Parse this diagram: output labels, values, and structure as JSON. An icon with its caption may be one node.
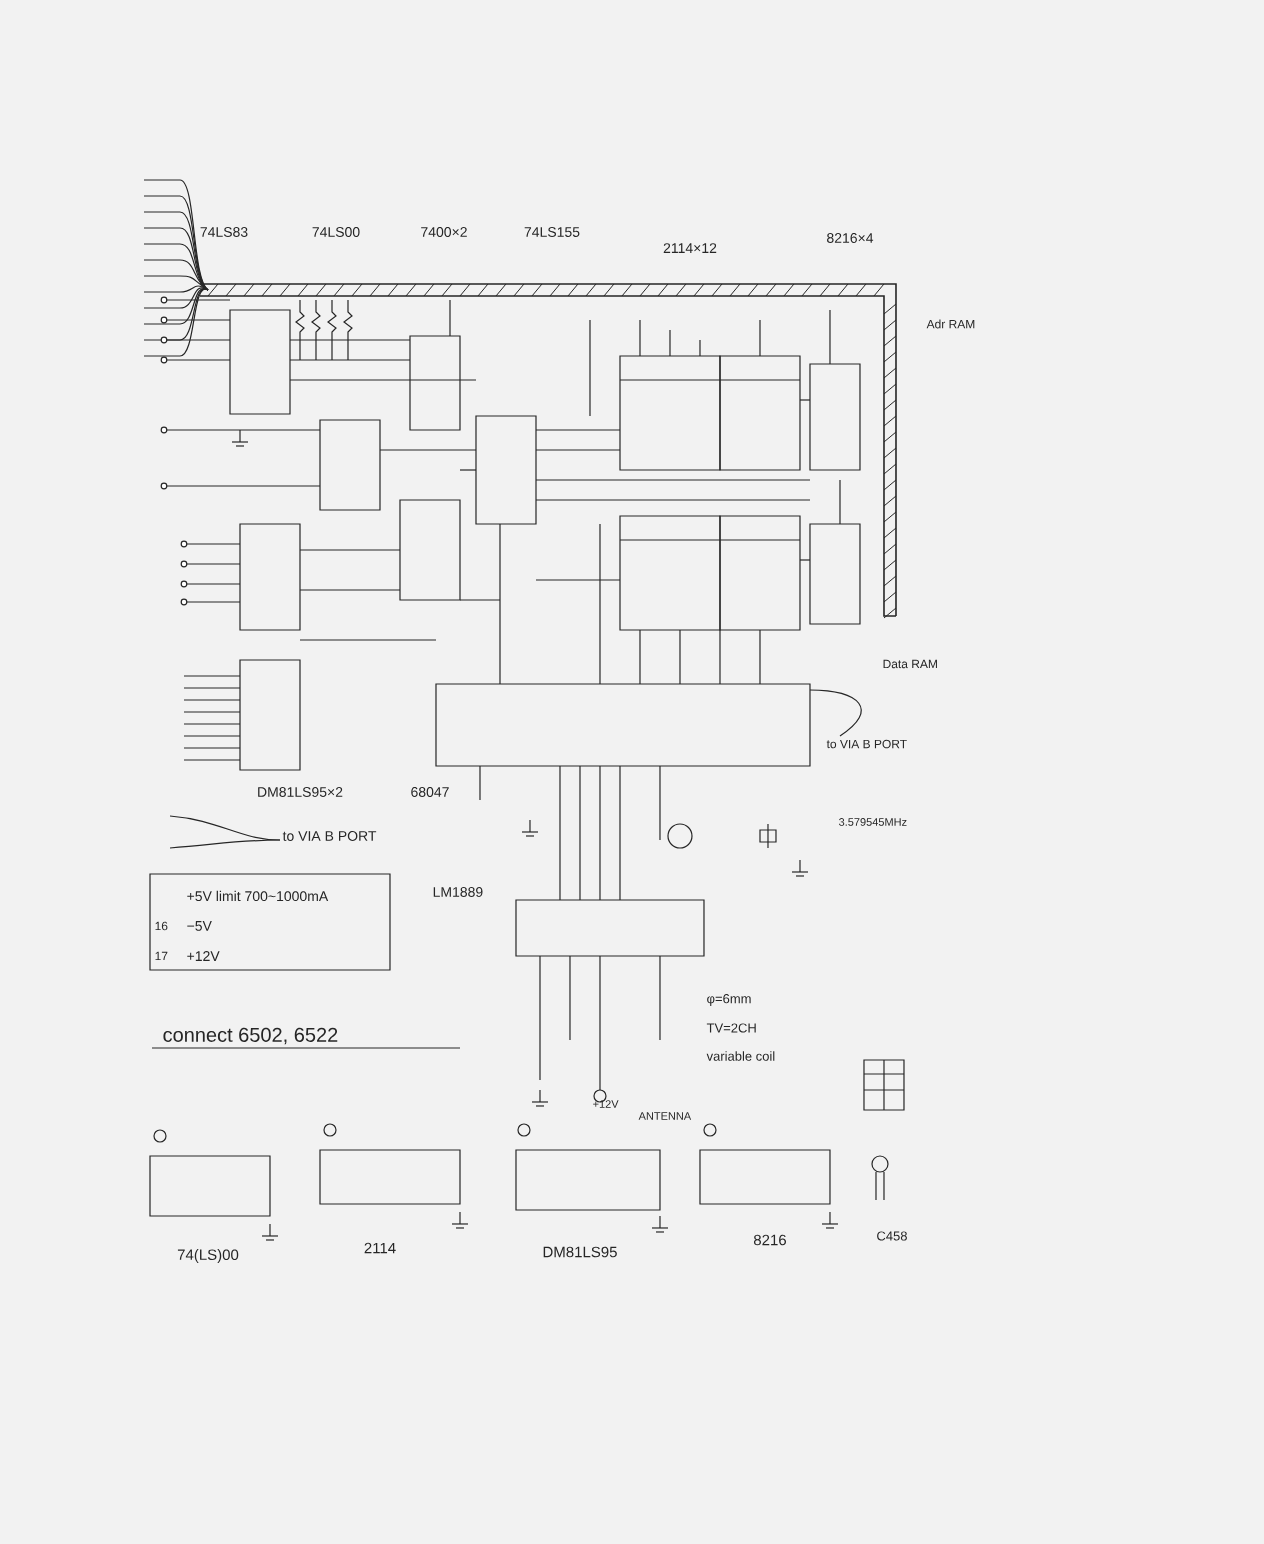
{
  "diagram": {
    "labels": [
      "74LS83",
      "74LS00",
      "7400×2",
      "74LS155",
      "2114×12",
      "8216×4",
      "Adr RAM",
      "Data RAM",
      "DM81LS95×2",
      "68047",
      "to VIA B PORT",
      "to VIA B PORT",
      "3.579545MHz",
      "+5V limit 700~1000mA",
      "LM1889",
      "16",
      "−5V",
      "17",
      "+12V",
      "connect 6502, 6522",
      "φ=6mm",
      "TV=2CH",
      "variable coil",
      "+12V",
      "ANTENNA",
      "74(LS)00",
      "2114",
      "DM81LS95",
      "8216",
      "C458"
    ]
  }
}
